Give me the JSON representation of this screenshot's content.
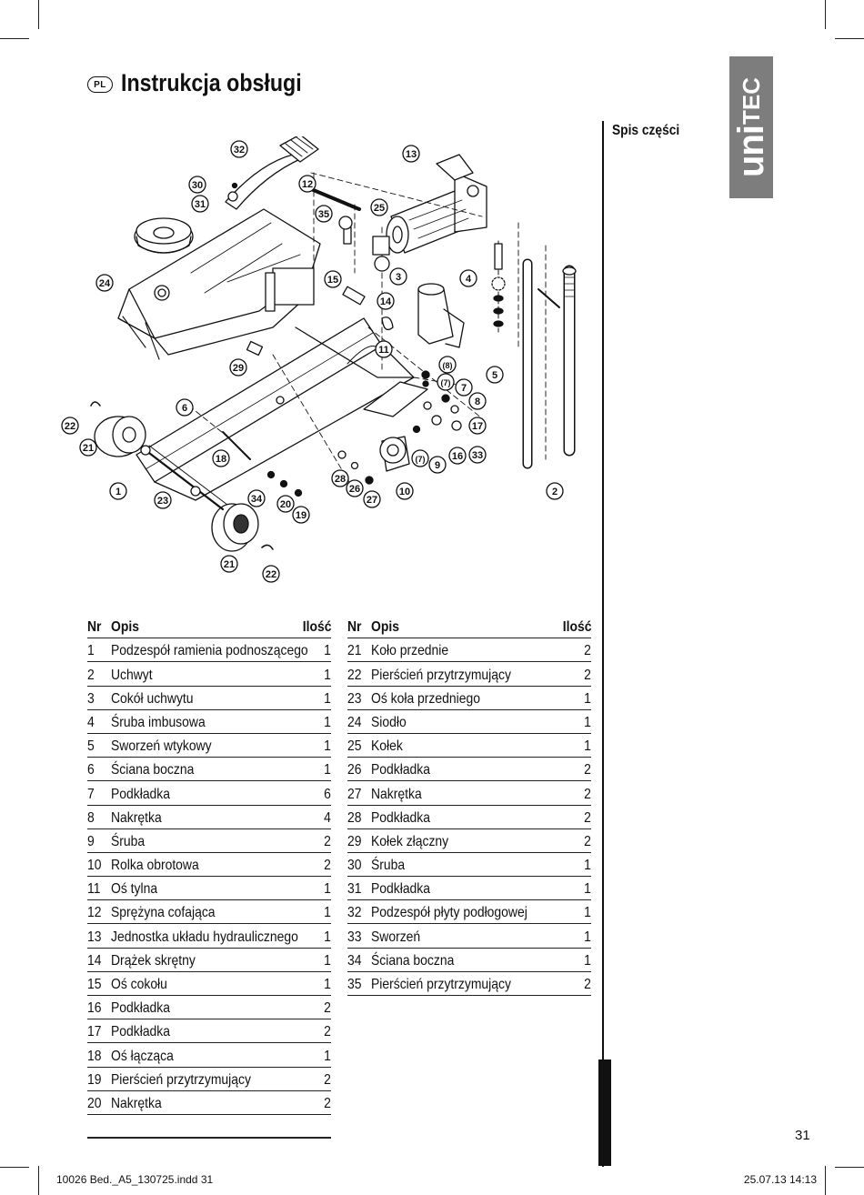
{
  "header": {
    "lang_badge": "PL",
    "title": "Instrukcja obsługi",
    "brand_main": "uni",
    "brand_accent": "TEC"
  },
  "section_title": "Spis części",
  "diagram": {
    "callouts": [
      "1",
      "2",
      "3",
      "4",
      "5",
      "6",
      "(7)",
      "7",
      "(7)",
      "8",
      "(8)",
      "9",
      "10",
      "11",
      "12",
      "13",
      "14",
      "15",
      "16",
      "17",
      "18",
      "19",
      "20",
      "21",
      "21",
      "22",
      "22",
      "23",
      "24",
      "25",
      "26",
      "27",
      "28",
      "29",
      "30",
      "31",
      "32",
      "33",
      "34",
      "35"
    ]
  },
  "parts_table": {
    "headers": {
      "nr": "Nr",
      "opis": "Opis",
      "ilosc": "Ilość"
    },
    "left": [
      {
        "nr": "1",
        "opis": "Podzespół ramienia podnoszącego",
        "ilosc": "1"
      },
      {
        "nr": "2",
        "opis": "Uchwyt",
        "ilosc": "1"
      },
      {
        "nr": "3",
        "opis": "Cokół uchwytu",
        "ilosc": "1"
      },
      {
        "nr": "4",
        "opis": "Śruba imbusowa",
        "ilosc": "1"
      },
      {
        "nr": "5",
        "opis": "Sworzeń wtykowy",
        "ilosc": "1"
      },
      {
        "nr": "6",
        "opis": "Ściana boczna",
        "ilosc": "1"
      },
      {
        "nr": "7",
        "opis": "Podkładka",
        "ilosc": "6"
      },
      {
        "nr": "8",
        "opis": "Nakrętka",
        "ilosc": "4"
      },
      {
        "nr": "9",
        "opis": "Śruba",
        "ilosc": "2"
      },
      {
        "nr": "10",
        "opis": "Rolka obrotowa",
        "ilosc": "2"
      },
      {
        "nr": "11",
        "opis": "Oś tylna",
        "ilosc": "1"
      },
      {
        "nr": "12",
        "opis": "Sprężyna cofająca",
        "ilosc": "1"
      },
      {
        "nr": "13",
        "opis": "Jednostka układu hydraulicznego",
        "ilosc": "1"
      },
      {
        "nr": "14",
        "opis": "Drążek skrętny",
        "ilosc": "1"
      },
      {
        "nr": "15",
        "opis": "Oś cokołu",
        "ilosc": "1"
      },
      {
        "nr": "16",
        "opis": "Podkładka",
        "ilosc": "2"
      },
      {
        "nr": "17",
        "opis": "Podkładka",
        "ilosc": "2"
      },
      {
        "nr": "18",
        "opis": "Oś łącząca",
        "ilosc": "1"
      },
      {
        "nr": "19",
        "opis": "Pierścień przytrzymujący",
        "ilosc": "2"
      },
      {
        "nr": "20",
        "opis": "Nakrętka",
        "ilosc": "2"
      }
    ],
    "right": [
      {
        "nr": "21",
        "opis": "Koło przednie",
        "ilosc": "2"
      },
      {
        "nr": "22",
        "opis": "Pierścień przytrzymujący",
        "ilosc": "2"
      },
      {
        "nr": "23",
        "opis": "Oś koła przedniego",
        "ilosc": "1"
      },
      {
        "nr": "24",
        "opis": "Siodło",
        "ilosc": "1"
      },
      {
        "nr": "25",
        "opis": "Kołek",
        "ilosc": "1"
      },
      {
        "nr": "26",
        "opis": "Podkładka",
        "ilosc": "2"
      },
      {
        "nr": "27",
        "opis": "Nakrętka",
        "ilosc": "2"
      },
      {
        "nr": "28",
        "opis": "Podkładka",
        "ilosc": "2"
      },
      {
        "nr": "29",
        "opis": "Kołek złączny",
        "ilosc": "2"
      },
      {
        "nr": "30",
        "opis": "Śruba",
        "ilosc": "1"
      },
      {
        "nr": "31",
        "opis": "Podkładka",
        "ilosc": "1"
      },
      {
        "nr": "32",
        "opis": "Podzespół płyty podłogowej",
        "ilosc": "1"
      },
      {
        "nr": "33",
        "opis": "Sworzeń",
        "ilosc": "1"
      },
      {
        "nr": "34",
        "opis": "Ściana boczna",
        "ilosc": "1"
      },
      {
        "nr": "35",
        "opis": "Pierścień przytrzymujący",
        "ilosc": "2"
      }
    ]
  },
  "page_number": "31",
  "footer": {
    "left": "10026 Bed._A5_130725.indd   31",
    "right": "25.07.13   14:13"
  }
}
